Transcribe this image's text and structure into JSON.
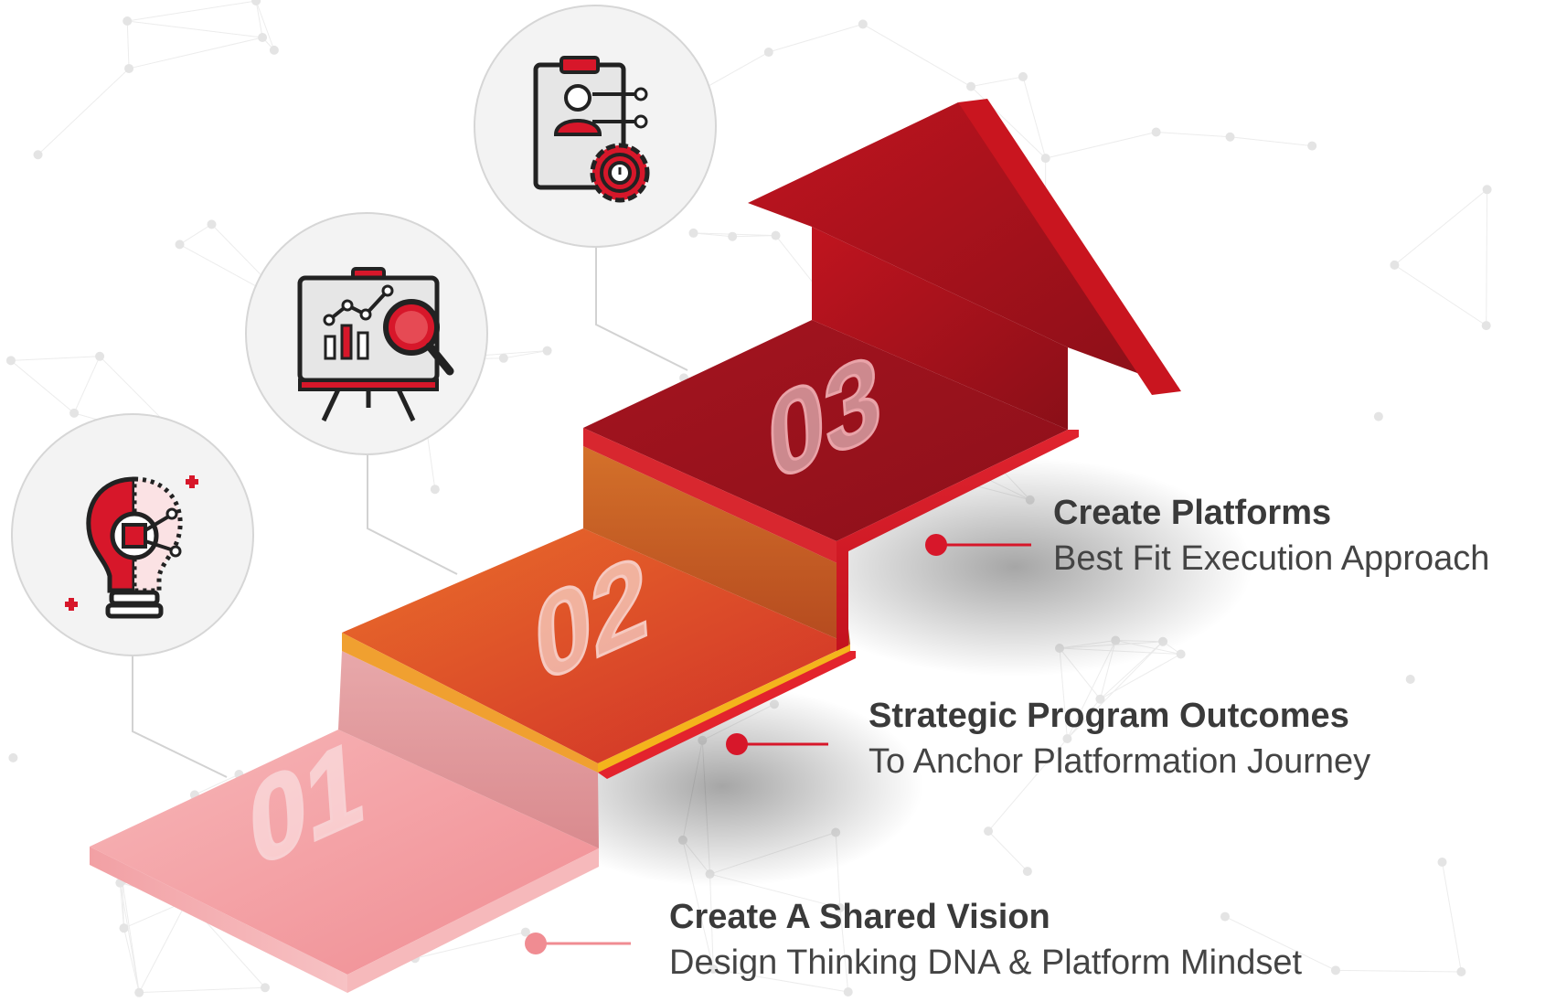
{
  "colors": {
    "accent_red": "#d7172a",
    "dark_red": "#9d121f",
    "orange": "#e2622a",
    "pink": "#f4a0a5",
    "text_dark": "#3a3a3a"
  },
  "steps": [
    {
      "number": "01",
      "title": "Create A Shared Vision",
      "subtitle": "Design Thinking DNA &  Platform Mindset",
      "icon": "lightbulb-gear-icon"
    },
    {
      "number": "02",
      "title": "Strategic Program Outcomes",
      "subtitle": "To Anchor Platformation Journey",
      "icon": "presentation-analytics-icon"
    },
    {
      "number": "03",
      "title": "Create Platforms",
      "subtitle": "Best Fit Execution Approach",
      "icon": "clipboard-profile-gear-icon"
    }
  ]
}
